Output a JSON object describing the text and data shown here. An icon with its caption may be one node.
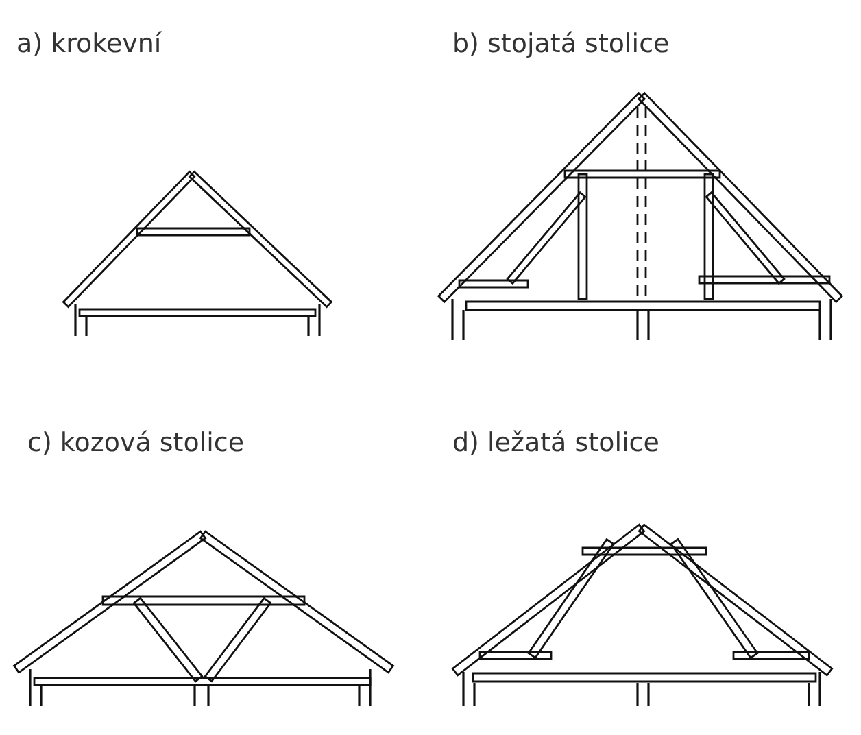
{
  "diagram": {
    "labels": [
      "a) krokevní",
      "b) stojatá stolice",
      "c) kozová stolice",
      "d) ležatá stolice"
    ]
  }
}
